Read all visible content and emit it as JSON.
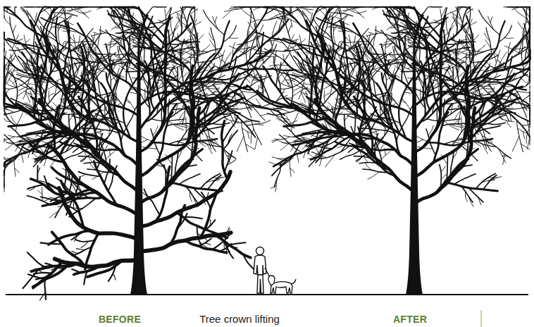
{
  "diagram": {
    "caption": "Tree crown lifting",
    "labels": [
      "BEFORE",
      "AFTER"
    ]
  }
}
